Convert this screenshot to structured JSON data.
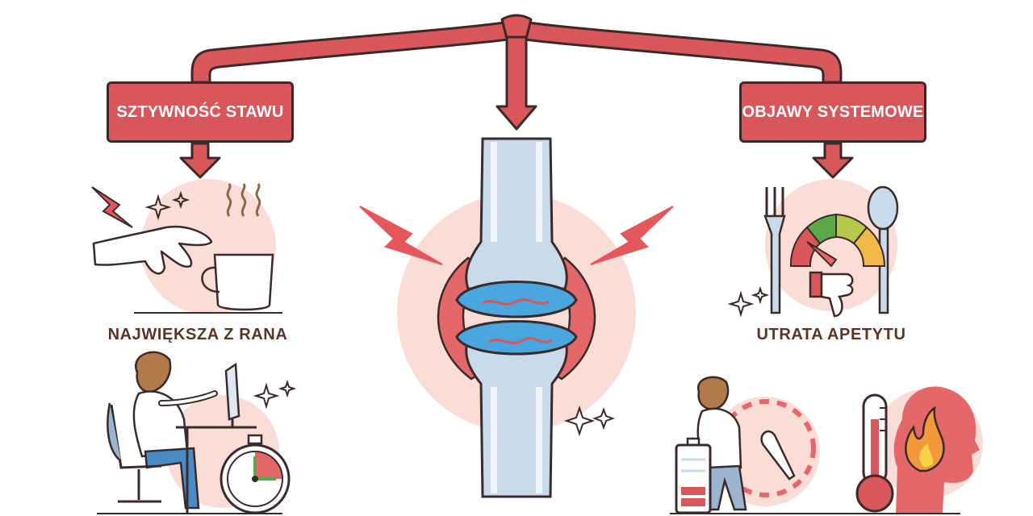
{
  "labels": {
    "left": "SZTYWNOŚĆ STAWU",
    "right": "OBJAWY SYSTEMOWE"
  },
  "captions": {
    "morning": "NAJWIĘKSZA Z RANA",
    "appetite": "UTRATA APETYTU"
  },
  "colors": {
    "primary_red": "#d9565a",
    "outline": "#3a2a2a",
    "caption_brown": "#5a3424",
    "pink_bg": "#f9ddd6",
    "bone": "#c9dbea",
    "cartilage": "#4aa6de"
  },
  "icons": [
    "lightning-icon",
    "sparkle-icon",
    "hand-icon",
    "coffee-cup-icon",
    "fork-icon",
    "spoon-icon",
    "gauge-icon",
    "thumbs-down-icon",
    "person-at-desk-icon",
    "stopwatch-icon",
    "tired-person-icon",
    "low-battery-icon",
    "thermometer-icon",
    "fire-head-icon",
    "knee-joint-icon"
  ]
}
